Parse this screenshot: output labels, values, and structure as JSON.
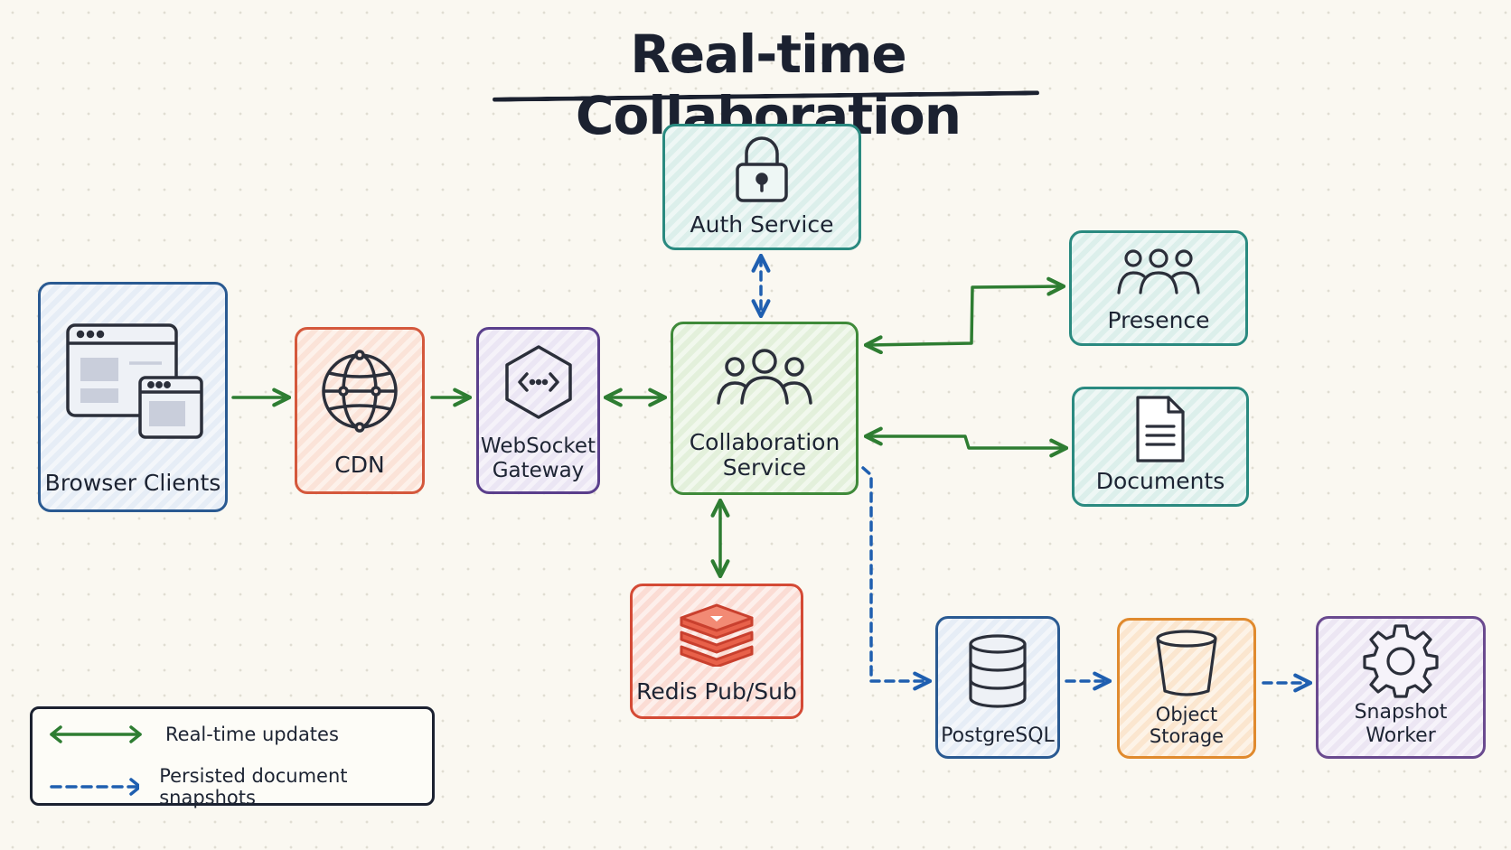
{
  "title": "Real-time Collaboration",
  "nodes": {
    "browser_clients": "Browser Clients",
    "cdn": "CDN",
    "websocket_gateway": [
      "WebSocket",
      "Gateway"
    ],
    "auth_service": "Auth Service",
    "collaboration_service": [
      "Collaboration",
      "Service"
    ],
    "presence": "Presence",
    "documents": "Documents",
    "redis": "Redis Pub/Sub",
    "postgresql": "PostgreSQL",
    "object_storage": "Object Storage",
    "snapshot_worker": "Snapshot Worker"
  },
  "legend": {
    "realtime": "Real-time updates",
    "persisted": "Persisted document snapshots"
  },
  "colors": {
    "realtime_arrow": "#2e7d32",
    "persisted_arrow": "#1f5fb0"
  },
  "icons": [
    "browser-windows-icon",
    "globe-icon",
    "code-hexagon-icon",
    "lock-icon",
    "users-icon",
    "users-icon",
    "document-icon",
    "redis-stack-icon",
    "database-icon",
    "bucket-icon",
    "gear-icon"
  ]
}
